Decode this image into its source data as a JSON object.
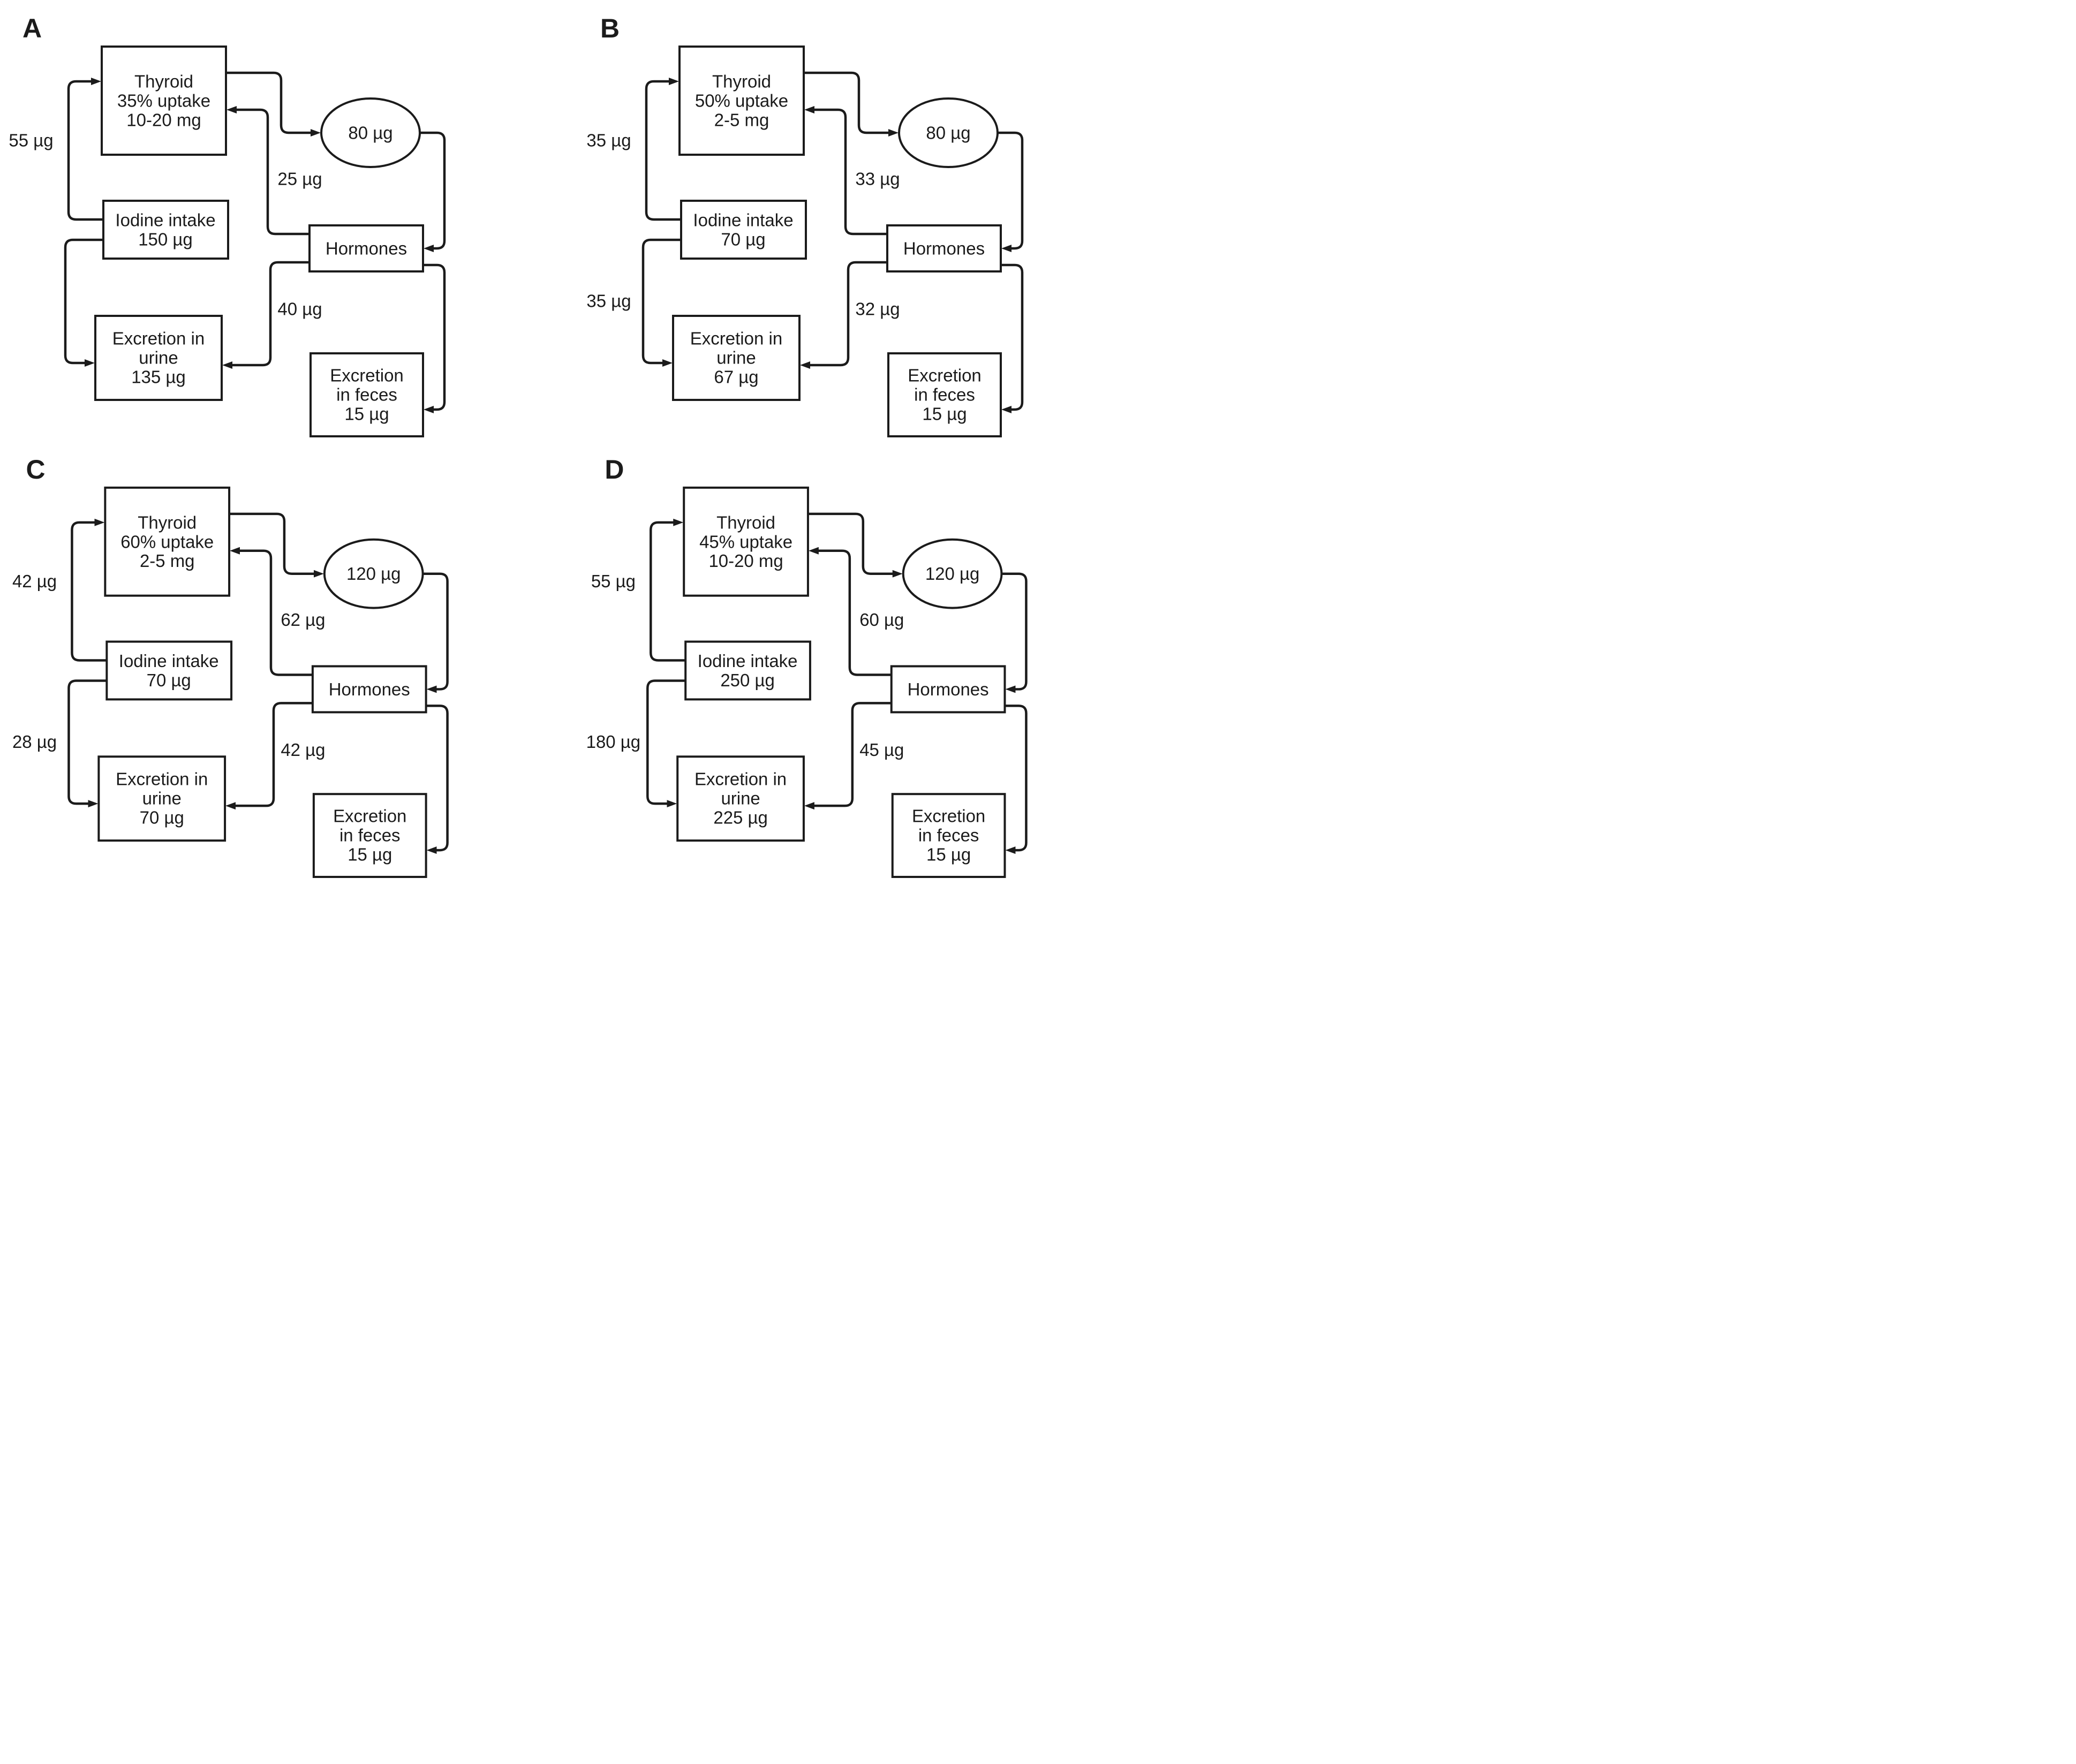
{
  "figure": {
    "description_colors": {
      "ink": "#1b1b1b",
      "background": "#ffffff"
    },
    "panels": [
      {
        "letter": "A",
        "thyroid_line1": "Thyroid",
        "thyroid_line2": "35% uptake",
        "thyroid_line3": "10-20 mg",
        "intake_line1": "Iodine intake",
        "intake_line2": "150 µg",
        "urine_line1": "Excretion in",
        "urine_line2": "urine",
        "urine_line3": "135 µg",
        "pool_value": "80 µg",
        "hormones_label": "Hormones",
        "feces_line1": "Excretion",
        "feces_line2": "in feces",
        "feces_line3": "15 µg",
        "flow_intake_to_thyroid": "55 µg",
        "flow_intake_to_urine": "",
        "flow_hormones_to_thyroid": "25 µg",
        "flow_hormones_to_urine": "40 µg"
      },
      {
        "letter": "B",
        "thyroid_line1": "Thyroid",
        "thyroid_line2": "50% uptake",
        "thyroid_line3": "2-5 mg",
        "intake_line1": "Iodine intake",
        "intake_line2": "70 µg",
        "urine_line1": "Excretion in",
        "urine_line2": "urine",
        "urine_line3": "67 µg",
        "pool_value": "80 µg",
        "hormones_label": "Hormones",
        "feces_line1": "Excretion",
        "feces_line2": "in feces",
        "feces_line3": "15 µg",
        "flow_intake_to_thyroid": "35 µg",
        "flow_intake_to_urine": "35 µg",
        "flow_hormones_to_thyroid": "33 µg",
        "flow_hormones_to_urine": "32 µg"
      },
      {
        "letter": "C",
        "thyroid_line1": "Thyroid",
        "thyroid_line2": "60% uptake",
        "thyroid_line3": "2-5 mg",
        "intake_line1": "Iodine intake",
        "intake_line2": "70 µg",
        "urine_line1": "Excretion in",
        "urine_line2": "urine",
        "urine_line3": "70 µg",
        "pool_value": "120 µg",
        "hormones_label": "Hormones",
        "feces_line1": "Excretion",
        "feces_line2": "in feces",
        "feces_line3": "15 µg",
        "flow_intake_to_thyroid": "42 µg",
        "flow_intake_to_urine": "28 µg",
        "flow_hormones_to_thyroid": "62 µg",
        "flow_hormones_to_urine": "42 µg"
      },
      {
        "letter": "D",
        "thyroid_line1": "Thyroid",
        "thyroid_line2": "45% uptake",
        "thyroid_line3": "10-20 mg",
        "intake_line1": "Iodine intake",
        "intake_line2": "250 µg",
        "urine_line1": "Excretion in",
        "urine_line2": "urine",
        "urine_line3": "225 µg",
        "pool_value": "120 µg",
        "hormones_label": "Hormones",
        "feces_line1": "Excretion",
        "feces_line2": "in feces",
        "feces_line3": "15 µg",
        "flow_intake_to_thyroid": "55 µg",
        "flow_intake_to_urine": "180 µg",
        "flow_hormones_to_thyroid": "60 µg",
        "flow_hormones_to_urine": "45 µg"
      }
    ]
  }
}
